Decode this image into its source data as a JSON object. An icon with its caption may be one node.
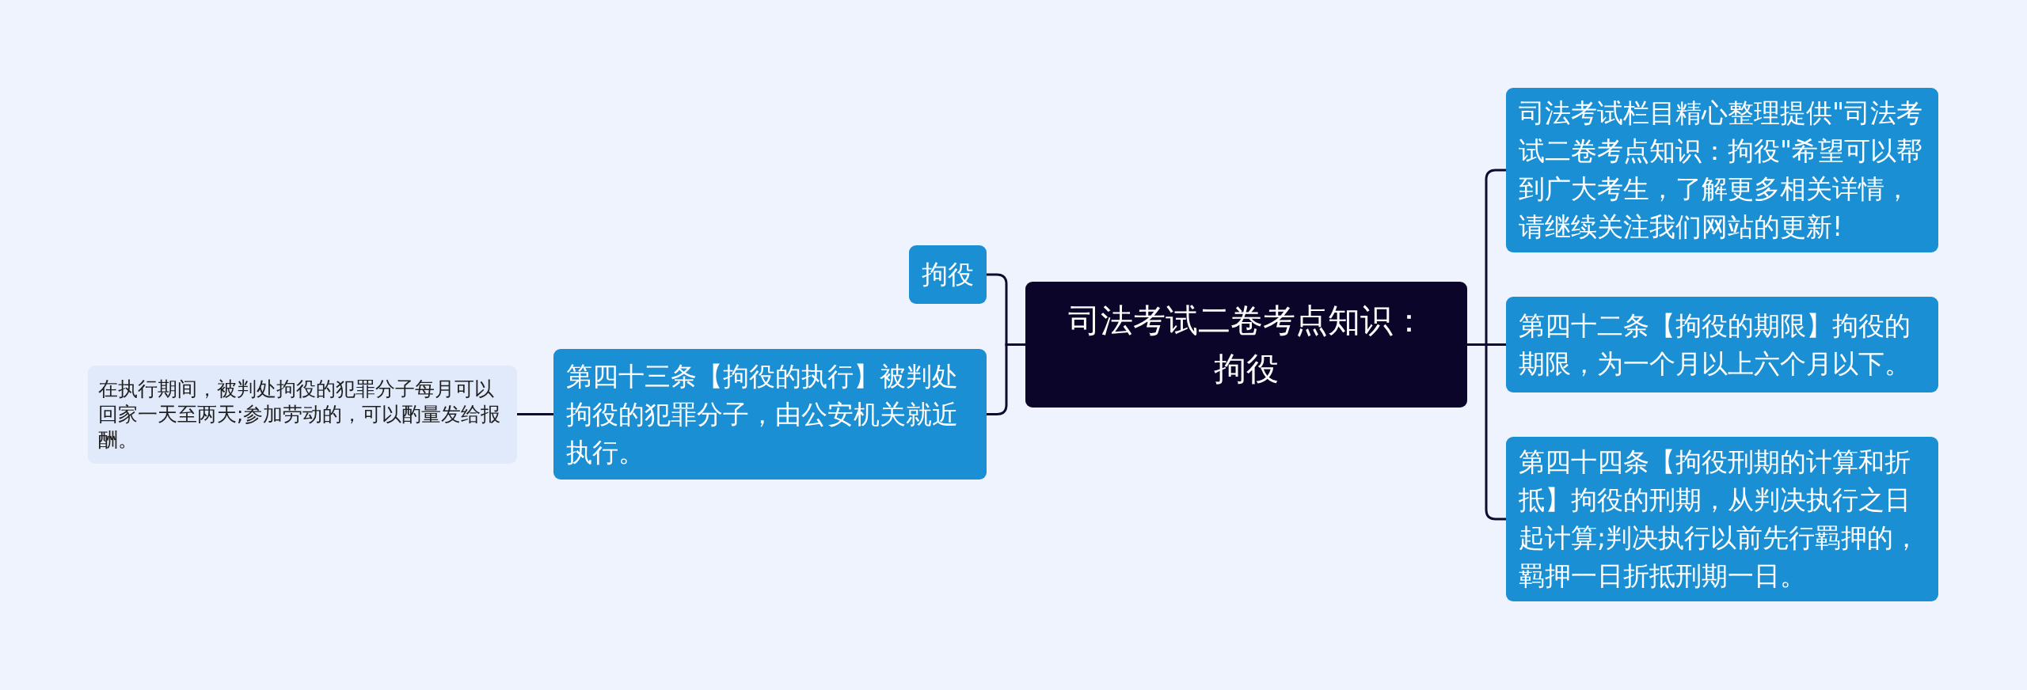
{
  "diagram": {
    "nodes": [
      {
        "text": [
          "司法考试二卷考点知识：拘役"
        ]
      },
      {
        "text": [
          "拘役"
        ]
      },
      {
        "text": [
          "第四十三条【拘役的执行】被判处拘役的犯罪分子，由公安机关就近执行。"
        ]
      },
      {
        "text": [
          "在执行期间，被判处拘役的犯罪分子每月可以回家一天至两天;参加劳动的，可以酌量发给报酬。"
        ]
      },
      {
        "text": [
          "司法考试栏目精心整理提供\"司法考试二卷考点知识：拘役\"希望可以帮到广大考生，了解更多相关详情，请继续关注我们网站的更新!"
        ]
      },
      {
        "text": [
          "第四十二条【拘役的期限】拘役的期限，为一个月以上六个月以下。"
        ]
      },
      {
        "text": [
          "第四十四条【拘役刑期的计算和折抵】拘役的刑期，从判决执行之日起计算;判决执行以前先行羁押的，羁押一日折抵刑期一日。"
        ]
      }
    ],
    "edges": [
      {
        "from": 0,
        "to": 1,
        "arrow": "none"
      },
      {
        "from": 0,
        "to": 2,
        "arrow": "none"
      },
      {
        "from": 2,
        "to": 3,
        "arrow": "none"
      },
      {
        "from": 0,
        "to": 4,
        "arrow": "none"
      },
      {
        "from": 0,
        "to": 5,
        "arrow": "none"
      },
      {
        "from": 0,
        "to": 6,
        "arrow": "none"
      }
    ]
  }
}
